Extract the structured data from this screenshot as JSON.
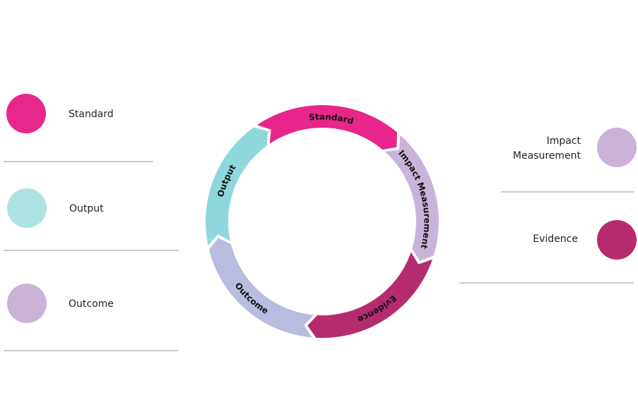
{
  "legend_left": [
    {
      "label": "Standard",
      "color": "#E8278A"
    },
    {
      "label": "Output",
      "color": "#AEE3E4"
    },
    {
      "label": "Outcome",
      "color": "#CBB3D8"
    }
  ],
  "legend_right": [
    {
      "label_lines": [
        "Impact",
        "Measurement"
      ],
      "color": "#CBB3D8"
    },
    {
      "label_lines": [
        "Evidence"
      ],
      "color": "#B62B6E"
    }
  ],
  "cycle": [
    {
      "label": "Standard",
      "color": "#E8258A"
    },
    {
      "label": "Impact Measurement",
      "color": "#C9B3D8"
    },
    {
      "label": "Evidence",
      "color": "#B52C6E"
    },
    {
      "label": "Outcome",
      "color": "#B8BDE0"
    },
    {
      "label": "Output",
      "color": "#8ED8DB"
    }
  ]
}
